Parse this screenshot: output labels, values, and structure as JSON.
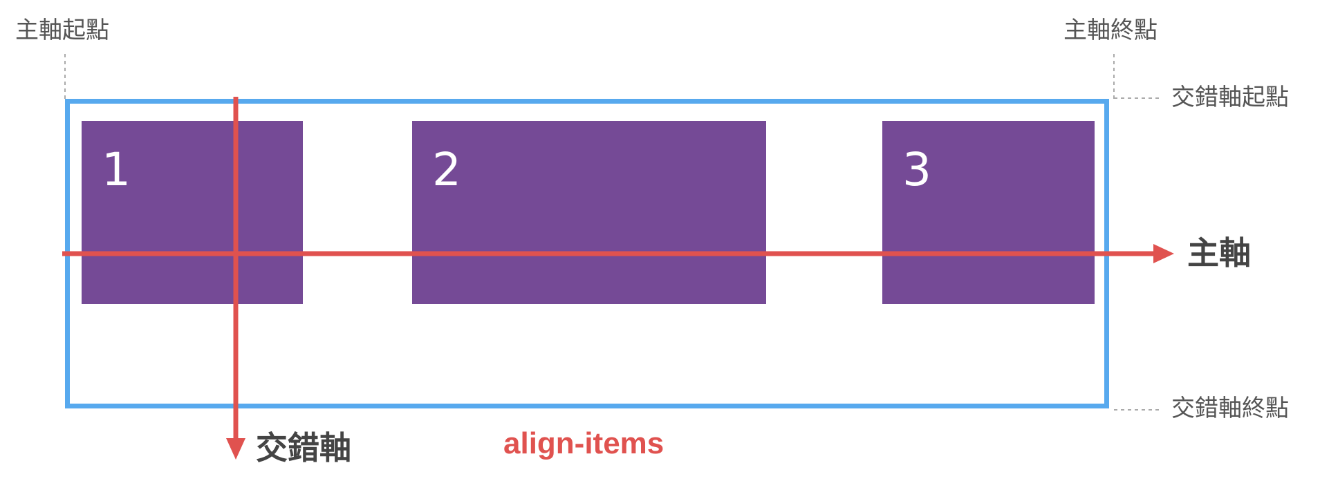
{
  "labels": {
    "main_start": "主軸起點",
    "main_end": "主軸終點",
    "cross_start": "交錯軸起點",
    "cross_end": "交錯軸終點",
    "main_axis": "主軸",
    "cross_axis": "交錯軸",
    "property": "align-items"
  },
  "items": [
    {
      "number": "1"
    },
    {
      "number": "2"
    },
    {
      "number": "3"
    }
  ],
  "colors": {
    "container_border": "#57a9ee",
    "item_fill": "#754a96",
    "axis_arrow": "#e0524f",
    "guide_line": "#aaaaaa"
  }
}
